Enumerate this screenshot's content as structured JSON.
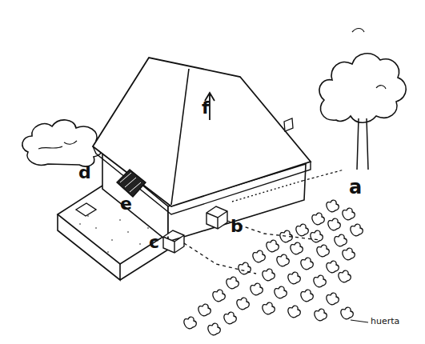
{
  "diagram": {
    "labels": [
      "f",
      "d",
      "e",
      "a",
      "b",
      "c",
      "huerta"
    ]
  }
}
